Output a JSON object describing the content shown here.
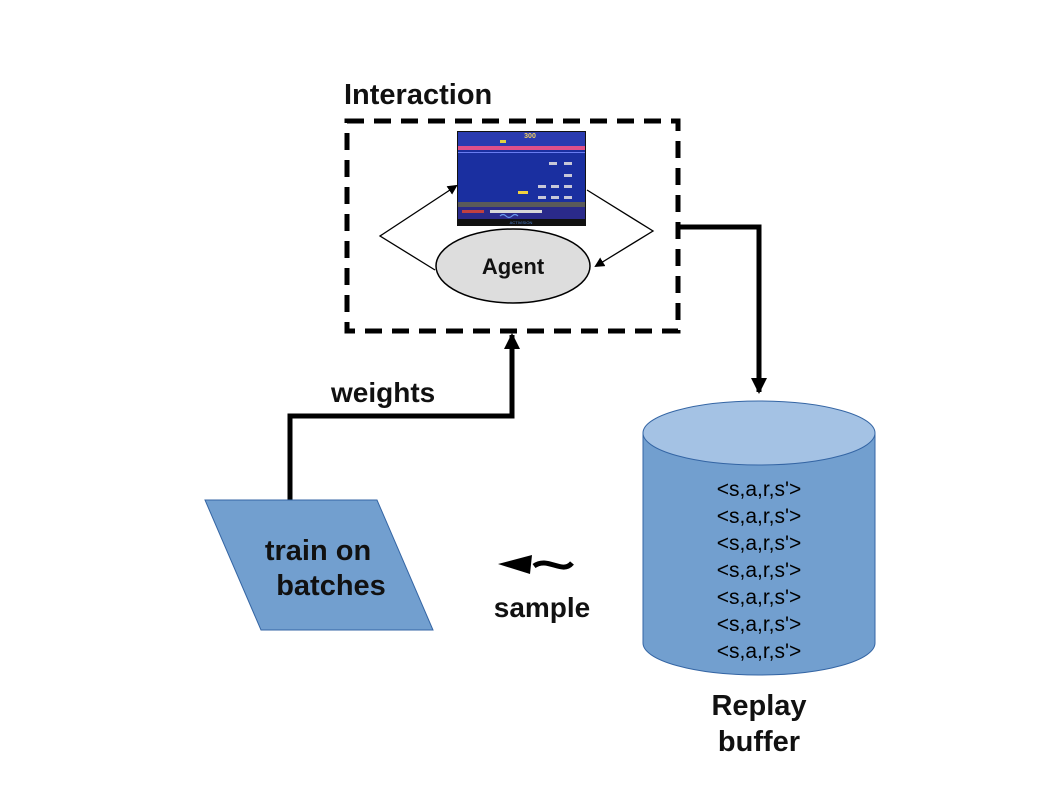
{
  "interaction": {
    "title": "Interaction",
    "agent_label": "Agent",
    "game_score": "300",
    "game_footer": "ACTIVISION"
  },
  "edges": {
    "weights_label": "weights",
    "sample_label": "sample"
  },
  "train": {
    "line1": "train on",
    "line2": "batches"
  },
  "replay": {
    "line1": "Replay",
    "line2": "buffer",
    "transitions": [
      "<s,a,r,s'>",
      "<s,a,r,s'>",
      "<s,a,r,s'>",
      "<s,a,r,s'>",
      "<s,a,r,s'>",
      "<s,a,r,s'>",
      "<s,a,r,s'>"
    ]
  },
  "colors": {
    "parallelogram": "#729fcf",
    "cylinder_body": "#729fcf",
    "cylinder_top": "#a4c2e4",
    "agent_ellipse": "#dddddd",
    "game_sky": "#2a3bb0",
    "game_water": "#1a2fa0"
  }
}
